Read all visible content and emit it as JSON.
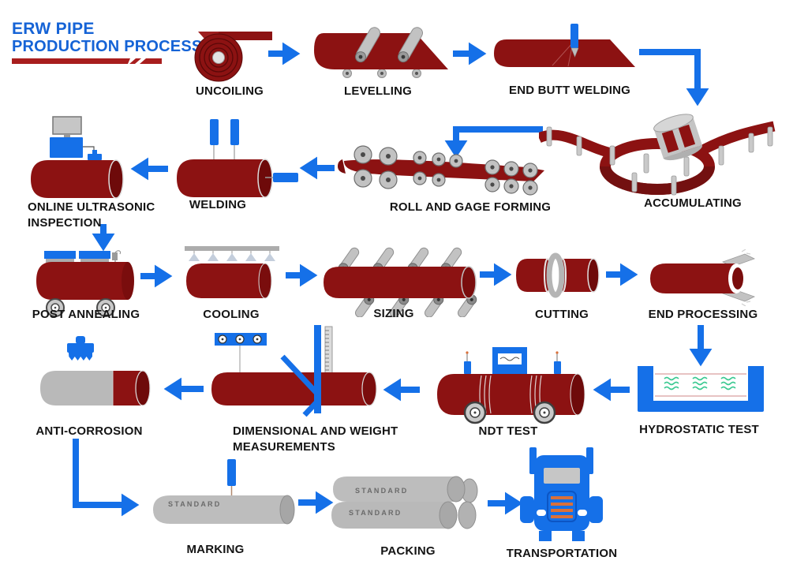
{
  "title": {
    "line1": "ERW PIPE",
    "line2": "PRODUCTION PROCESS"
  },
  "colors": {
    "arrow_blue": "#1570E8",
    "title_blue": "#1563D6",
    "underline_red": "#A81E1E",
    "pipe_red": "#8C1212",
    "pipe_red_dark": "#6E0A0A",
    "steel_gray": "#B9B9B9",
    "water_green": "#3AC991",
    "grille_orange": "#D9703A",
    "label_black": "#141414"
  },
  "steps": {
    "uncoiling": {
      "label": "UNCOILING"
    },
    "levelling": {
      "label": "LEVELLING"
    },
    "end_butt_welding": {
      "label": "END BUTT WELDING"
    },
    "accumulating": {
      "label": "ACCUMULATING"
    },
    "roll_and_gage_forming": {
      "label": "ROLL AND GAGE FORMING"
    },
    "welding": {
      "label": "WELDING"
    },
    "online_ultrasonic_inspection": {
      "label_line1": "ONLINE ULTRASONIC",
      "label_line2": "INSPECTION"
    },
    "post_annealing": {
      "label": "POST ANNEALING"
    },
    "cooling": {
      "label": "COOLING"
    },
    "sizing": {
      "label": "SIZING"
    },
    "cutting": {
      "label": "CUTTING"
    },
    "end_processing": {
      "label": "END PROCESSING"
    },
    "hydrostatic_test": {
      "label": "HYDROSTATIC TEST"
    },
    "ndt_test": {
      "label": "NDT TEST"
    },
    "dimensional_and_weight_measurements": {
      "label_line1": "DIMENSIONAL AND WEIGHT",
      "label_line2": "MEASUREMENTS"
    },
    "anti_corrosion": {
      "label": "ANTI-CORROSION"
    },
    "marking": {
      "label": "MARKING",
      "pipe_text": "STANDARD"
    },
    "packing": {
      "label": "PACKING",
      "pipe_text_top": "STANDARD",
      "pipe_text_bottom": "STANDARD"
    },
    "transportation": {
      "label": "TRANSPORTATION"
    }
  }
}
